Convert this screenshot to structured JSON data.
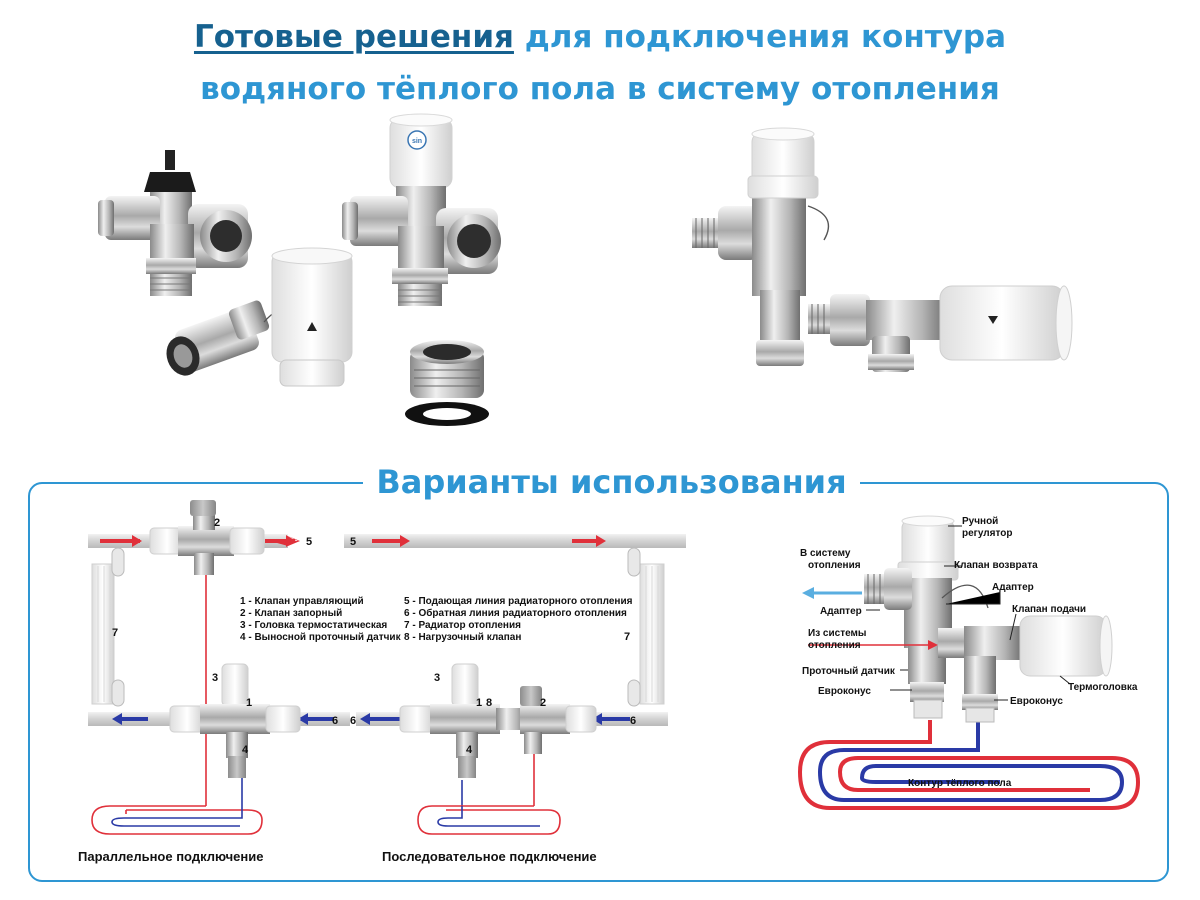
{
  "header": {
    "title_highlight": "Готовые решения",
    "title_rest_line1": " для подключения контура",
    "title_line2": "водяного тёплого пола в систему отопления"
  },
  "section": {
    "title": "Варианты использования"
  },
  "products": {
    "badge_logo": "sin"
  },
  "schemes": {
    "legend": [
      "1 - Клапан управляющий",
      "2 - Клапан запорный",
      "3 - Головка термостатическая",
      "4 - Выносной проточный датчик",
      "5 - Подающая линия радиаторного отопления",
      "6 - Обратная линия радиаторного отопления",
      "7 - Радиатор отопления",
      "8 - Нагрузочный клапан"
    ],
    "numbers": {
      "n1": "1",
      "n2": "2",
      "n3": "3",
      "n4": "4",
      "n5": "5",
      "n6": "6",
      "n7": "7",
      "n8": "8"
    },
    "caption_parallel": "Параллельное подключение",
    "caption_serial": "Последовательное подключение"
  },
  "detail": {
    "labels": {
      "manual_regulator_1": "Ручной",
      "manual_regulator_2": "регулятор",
      "to_system_1": "В систему",
      "to_system_2": "отопления",
      "return_valve": "Клапан возврата",
      "adapter_top": "Адаптер",
      "adapter_left": "Адаптер",
      "supply_valve": "Клапан подачи",
      "from_system_1": "Из системы",
      "from_system_2": "отопления",
      "flow_sensor": "Проточный датчик",
      "thermo_head": "Термоголовка",
      "euroconus_left": "Евроконус",
      "euroconus_right": "Евроконус",
      "floor_loop": "Контур тёплого пола"
    }
  },
  "colors": {
    "accent": "#2e96d3",
    "accent_dark": "#16618f",
    "supply": "#e0303a",
    "return": "#2a3aa6",
    "pipe": "#d9d9d9"
  }
}
